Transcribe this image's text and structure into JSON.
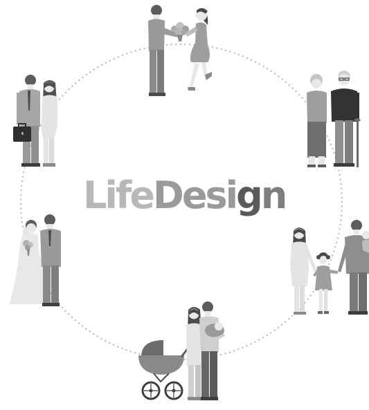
{
  "logo": {
    "segments": [
      {
        "text": "Life",
        "color": "#b8b8b8"
      },
      {
        "text": "Desi",
        "color": "#9a9a9a"
      },
      {
        "text": "g",
        "color": "#5a5a5a"
      },
      {
        "text": "n",
        "color": "#7e7e7e"
      }
    ]
  },
  "palette": {
    "dark": "#5c5c5c",
    "mid": "#8f8f8f",
    "light": "#c9c9c9",
    "pale": "#dedede",
    "skin": "#e8e8e8",
    "dots": "#b5b5b5"
  },
  "stages": [
    {
      "icon": "courtship-couple-icon"
    },
    {
      "icon": "elderly-couple-icon"
    },
    {
      "icon": "family-with-child-icon"
    },
    {
      "icon": "parents-with-baby-icon"
    },
    {
      "icon": "wedding-couple-icon"
    },
    {
      "icon": "working-couple-icon"
    }
  ]
}
